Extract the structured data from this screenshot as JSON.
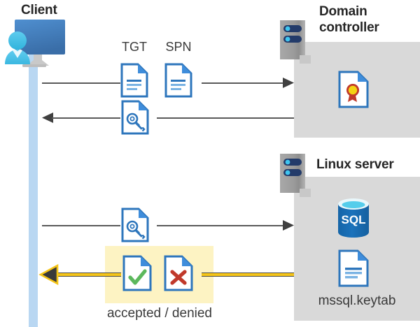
{
  "diagram": {
    "title": "Kerberos authentication flow between client, domain controller and Linux server",
    "colors": {
      "lifeline": "#b9d7f2",
      "zone_box": "#d9d9d9",
      "highlight": "#fdf3c3",
      "wire": "#595959",
      "yellow_arrow": "#f5c518",
      "doc_blue": "#2e76bc",
      "doc_fold": "#3f8ddb",
      "check_green": "#5cb85c",
      "cross_red": "#c0392b",
      "sql_blue": "#1b6fb5",
      "seal_red": "#c0392b",
      "seal_yellow": "#f4d313",
      "server_gray": "#9e9e9e",
      "server_slot": "#233b6a",
      "server_led": "#3fc6f0",
      "text_dark": "#262626"
    },
    "nodes": {
      "client": {
        "label": "Client",
        "icon": "user-workstation-icon"
      },
      "domain_controller": {
        "label_line1": "Domain",
        "label_line2": "controller",
        "icon": "server-rack-icon",
        "contents": [
          {
            "name": "certificate-document-icon",
            "label": ""
          }
        ]
      },
      "linux_server": {
        "label": "Linux server",
        "icon": "server-rack-icon",
        "contents": [
          {
            "name": "sql-database-icon",
            "label": "SQL"
          },
          {
            "name": "keytab-document-icon",
            "label": "mssql.keytab"
          }
        ]
      }
    },
    "flows": [
      {
        "id": "request-tgt-spn",
        "direction": "client-to-domain-controller",
        "badges": [
          {
            "label": "TGT",
            "icon": "text-document-icon"
          },
          {
            "label": "SPN",
            "icon": "text-document-icon"
          }
        ]
      },
      {
        "id": "issue-service-ticket",
        "direction": "domain-controller-to-client",
        "badges": [
          {
            "label": "",
            "icon": "key-document-icon"
          }
        ]
      },
      {
        "id": "present-service-ticket",
        "direction": "client-to-linux-server",
        "badges": [
          {
            "label": "",
            "icon": "key-document-icon"
          }
        ]
      },
      {
        "id": "auth-result",
        "direction": "linux-server-to-client",
        "highlighted": true,
        "caption": "accepted / denied",
        "badges": [
          {
            "label": "",
            "icon": "accepted-document-icon"
          },
          {
            "label": "",
            "icon": "denied-document-icon"
          }
        ]
      }
    ],
    "labels": {
      "tgt": "TGT",
      "spn": "SPN",
      "sql": "SQL",
      "keytab": "mssql.keytab",
      "accepted_denied": "accepted / denied"
    }
  }
}
